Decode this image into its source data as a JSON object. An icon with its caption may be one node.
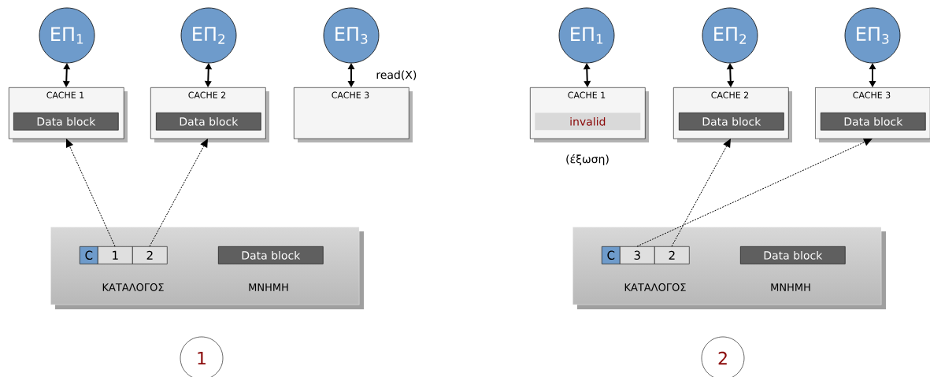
{
  "diagram": {
    "nodes": [
      {
        "text": [
          "ΕΠ$_{1}$"
        ]
      },
      {
        "text": [
          "ΕΠ$_{2}$"
        ]
      },
      {
        "text": [
          "ΕΠ$_{3}$"
        ]
      },
      {
        "text": [
          "CACHE 1"
        ]
      },
      {
        "text": [
          "Data block"
        ],
        "in": 3
      },
      {
        "text": [
          "CACHE 2"
        ]
      },
      {
        "text": [
          "Data block"
        ],
        "in": 5
      },
      {
        "text": [
          "CACHE 3"
        ]
      },
      {
        "text": [
          "ΚΑΤΑΛΟΓΟΣ",
          "ΜΝΗΜΗ"
        ]
      },
      {
        "text": [
          "C"
        ],
        "in": 8
      },
      {
        "text": [
          "1"
        ],
        "in": 8
      },
      {
        "text": [
          "2"
        ],
        "in": 8
      },
      {
        "text": [
          "Data block"
        ],
        "in": 8
      },
      {
        "text": [
          "1"
        ]
      },
      {
        "text": [
          "ΕΠ$_{1}$"
        ]
      },
      {
        "text": [
          "ΕΠ$_{2}$"
        ]
      },
      {
        "text": [
          "ΕΠ$_{3}$"
        ]
      },
      {
        "text": [
          "CACHE 1"
        ],
        "beside": [
          "(έξωση)"
        ]
      },
      {
        "text": [
          "invalid"
        ],
        "in": 17
      },
      {
        "text": [
          "CACHE 2"
        ]
      },
      {
        "text": [
          "Data block"
        ],
        "in": 19
      },
      {
        "text": [
          "CACHE 3"
        ]
      },
      {
        "text": [
          "Data block"
        ],
        "in": 21
      },
      {
        "text": [
          "ΚΑΤΑΛΟΓΟΣ",
          "ΜΝΗΜΗ"
        ]
      },
      {
        "text": [
          "C"
        ],
        "in": 23
      },
      {
        "text": [
          "3"
        ],
        "in": 23
      },
      {
        "text": [
          "2"
        ],
        "in": 23
      },
      {
        "text": [
          "Data block"
        ],
        "in": 23
      },
      {
        "text": [
          "2"
        ]
      }
    ],
    "edges": [
      {
        "from": 0,
        "to": 3,
        "arrow": "both"
      },
      {
        "from": 1,
        "to": 5,
        "arrow": "both"
      },
      {
        "from": 2,
        "to": 7,
        "arrow": "both",
        "label": "read(X)"
      },
      {
        "from": 10,
        "to": 3,
        "arrow": "to",
        "style": "dashed"
      },
      {
        "from": 11,
        "to": 5,
        "arrow": "to",
        "style": "dashed"
      },
      {
        "from": 14,
        "to": 17,
        "arrow": "both"
      },
      {
        "from": 15,
        "to": 19,
        "arrow": "both"
      },
      {
        "from": 16,
        "to": 21,
        "arrow": "both"
      },
      {
        "from": 26,
        "to": 19,
        "arrow": "to",
        "style": "dashed"
      },
      {
        "from": 25,
        "to": 21,
        "arrow": "to",
        "style": "dashed"
      }
    ]
  }
}
